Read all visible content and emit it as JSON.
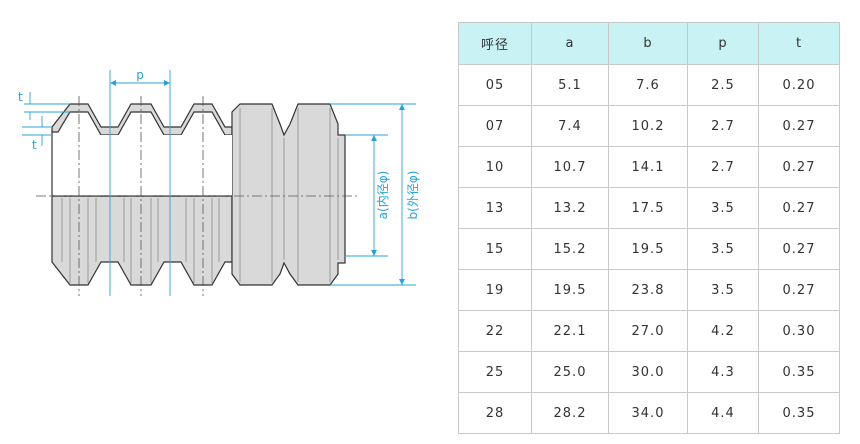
{
  "diagram": {
    "pitch_label": "p",
    "thickness_label": "t",
    "inner_label": "a(内径φ)",
    "outer_label": "b(外径φ)"
  },
  "table": {
    "headers": [
      "呼径",
      "a",
      "b",
      "p",
      "t"
    ],
    "rows": [
      [
        "05",
        "5.1",
        "7.6",
        "2.5",
        "0.20"
      ],
      [
        "07",
        "7.4",
        "10.2",
        "2.7",
        "0.27"
      ],
      [
        "10",
        "10.7",
        "14.1",
        "2.7",
        "0.27"
      ],
      [
        "13",
        "13.2",
        "17.5",
        "3.5",
        "0.27"
      ],
      [
        "15",
        "15.2",
        "19.5",
        "3.5",
        "0.27"
      ],
      [
        "19",
        "19.5",
        "23.8",
        "3.5",
        "0.27"
      ],
      [
        "22",
        "22.1",
        "27.0",
        "4.2",
        "0.30"
      ],
      [
        "25",
        "25.0",
        "30.0",
        "4.3",
        "0.35"
      ],
      [
        "28",
        "28.2",
        "34.0",
        "4.4",
        "0.35"
      ]
    ]
  },
  "colors": {
    "accent": "#29a3d6",
    "header_bg": "#c9f2f4",
    "grid_line": "#c9c9c9",
    "body_fill": "#d9d9d9",
    "outline": "#333333"
  }
}
